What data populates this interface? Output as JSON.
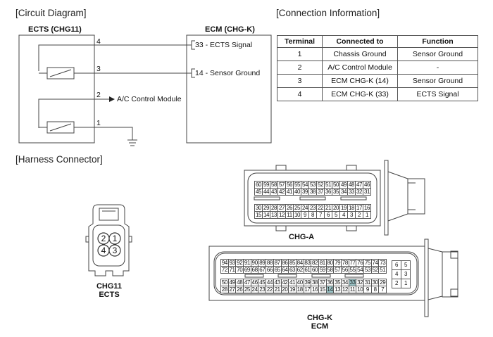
{
  "sections": {
    "circuit_diagram": "[Circuit Diagram]",
    "connection_information": "[Connection Information]",
    "harness_connector": "[Harness Connector]"
  },
  "circuit": {
    "sensor_title": "ECTS (CHG11)",
    "ecm_title": "ECM (CHG-K)",
    "pins": [
      "4",
      "3",
      "2",
      "1"
    ],
    "ecm_pin_33": "33 - ECTS Signal",
    "ecm_pin_14": "14 - Sensor Ground",
    "ac_module": "A/C Control Module"
  },
  "table": {
    "headers": [
      "Terminal",
      "Connected to",
      "Function"
    ],
    "rows": [
      [
        "1",
        "Chassis Ground",
        "Sensor Ground"
      ],
      [
        "2",
        "A/C Control Module",
        "-"
      ],
      [
        "3",
        "ECM CHG-K (14)",
        "Sensor Ground"
      ],
      [
        "4",
        "ECM CHG-K (33)",
        "ECTS Signal"
      ]
    ]
  },
  "connectors": {
    "chg11": {
      "name": "CHG11",
      "desc": "ECTS",
      "pins": [
        "2",
        "1",
        "4",
        "3"
      ]
    },
    "chga": {
      "name": "CHG-A",
      "rows": [
        [
          "60",
          "59",
          "58",
          "57",
          "56",
          "55",
          "54",
          "53",
          "52",
          "51",
          "50",
          "49",
          "48",
          "47",
          "46"
        ],
        [
          "45",
          "44",
          "43",
          "42",
          "41",
          "40",
          "39",
          "38",
          "37",
          "36",
          "35",
          "34",
          "33",
          "32",
          "31"
        ],
        [
          "30",
          "29",
          "28",
          "27",
          "26",
          "25",
          "24",
          "23",
          "22",
          "21",
          "20",
          "19",
          "18",
          "17",
          "16"
        ],
        [
          "15",
          "14",
          "13",
          "12",
          "11",
          "10",
          "9",
          "8",
          "7",
          "6",
          "5",
          "4",
          "3",
          "2",
          "1"
        ]
      ]
    },
    "chgk": {
      "name": "CHG-K",
      "desc": "ECM",
      "highlight_color": "#9fc9cc",
      "highlighted_pins": [
        "33",
        "14"
      ],
      "rows": [
        [
          "94",
          "93",
          "92",
          "91",
          "90",
          "89",
          "88",
          "87",
          "86",
          "85",
          "84",
          "83",
          "82",
          "81",
          "80",
          "79",
          "78",
          "77",
          "76",
          "75",
          "74",
          "73"
        ],
        [
          "72",
          "71",
          "70",
          "69",
          "68",
          "67",
          "66",
          "65",
          "64",
          "63",
          "62",
          "61",
          "60",
          "59",
          "58",
          "57",
          "56",
          "55",
          "54",
          "53",
          "52",
          "51"
        ],
        [
          "50",
          "49",
          "48",
          "47",
          "46",
          "45",
          "44",
          "43",
          "42",
          "41",
          "40",
          "39",
          "38",
          "37",
          "36",
          "35",
          "34",
          "33",
          "32",
          "31",
          "30",
          "29"
        ],
        [
          "28",
          "27",
          "26",
          "25",
          "24",
          "23",
          "22",
          "21",
          "20",
          "19",
          "18",
          "17",
          "16",
          "15",
          "14",
          "13",
          "12",
          "11",
          "10",
          "9",
          "8",
          "7"
        ]
      ],
      "side_rows": [
        [
          "6",
          "5"
        ],
        [
          "4",
          "3"
        ],
        [
          "2",
          "1"
        ]
      ]
    }
  }
}
